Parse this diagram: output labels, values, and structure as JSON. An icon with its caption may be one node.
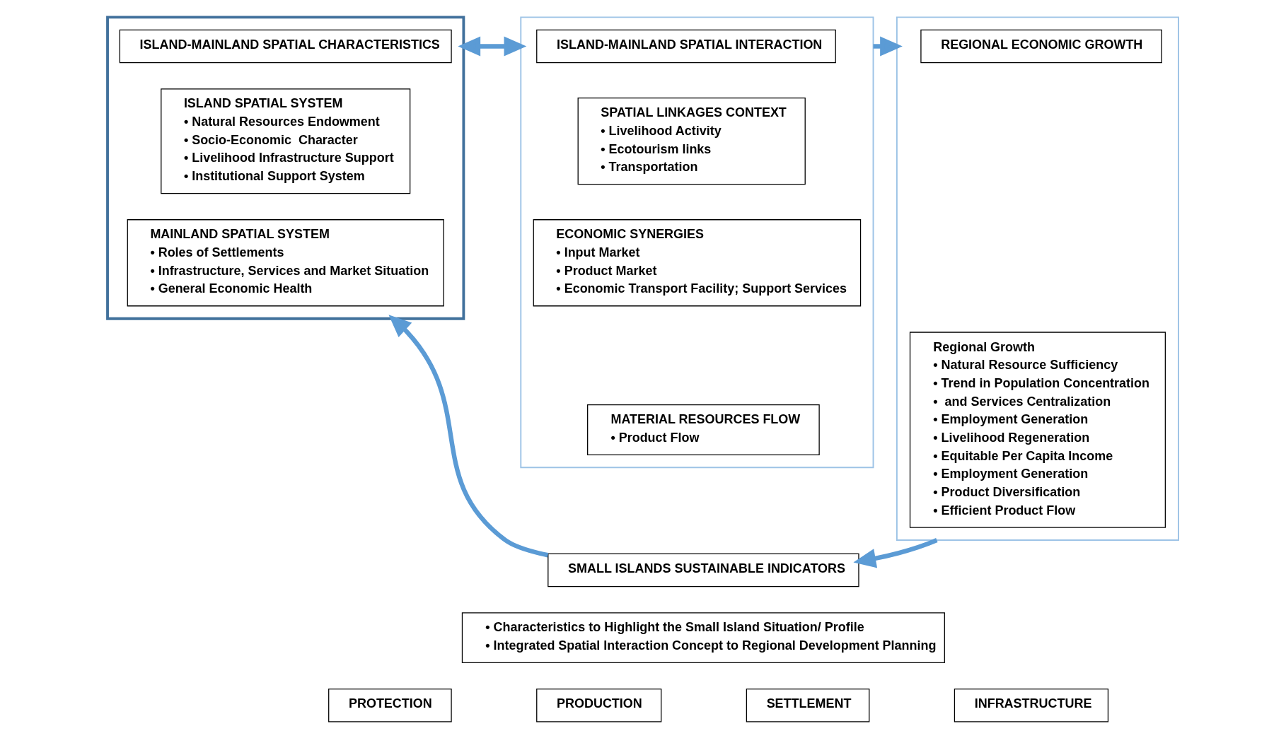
{
  "diagram": {
    "nodes": [
      {
        "text": [],
        "shape": "box"
      },
      {
        "text": [
          "ISLAND-MAINLAND SPATIAL CHARACTERISTICS"
        ],
        "in": 0
      },
      {
        "text": [
          "ISLAND SPATIAL SYSTEM",
          "• Natural Resources Endowment",
          "• Socio-Economic  Character",
          "• Livelihood Infrastructure Support",
          "• Institutional Support System"
        ],
        "in": 0
      },
      {
        "text": [
          "MAINLAND SPATIAL SYSTEM",
          "• Roles of Settlements",
          "• Infrastructure, Services and Market Situation",
          "• General Economic Health"
        ],
        "in": 0
      },
      {
        "text": [],
        "shape": "box"
      },
      {
        "text": [
          "ISLAND-MAINLAND SPATIAL INTERACTION"
        ],
        "in": 4
      },
      {
        "text": [
          "SPATIAL LINKAGES CONTEXT",
          "• Livelihood Activity",
          "• Ecotourism links",
          "• Transportation"
        ],
        "in": 4
      },
      {
        "text": [
          "ECONOMIC SYNERGIES",
          "• Input Market",
          "• Product Market",
          "• Economic Transport Facility; Support Services"
        ],
        "in": 4
      },
      {
        "text": [
          "MATERIAL RESOURCES FLOW",
          "• Product Flow"
        ],
        "in": 4
      },
      {
        "text": [],
        "shape": "box"
      },
      {
        "text": [
          "REGIONAL ECONOMIC GROWTH"
        ],
        "in": 9
      },
      {
        "text": [
          "Regional Growth",
          "• Natural Resource Sufficiency",
          "• Trend in Population Concentration",
          "•  and Services Centralization",
          "• Employment Generation",
          "• Livelihood Regeneration",
          "• Equitable Per Capita Income",
          "• Employment Generation",
          "• Product Diversification",
          "• Efficient Product Flow"
        ],
        "in": 9
      },
      {
        "text": [
          "SMALL ISLANDS SUSTAINABLE INDICATORS"
        ]
      },
      {
        "text": [
          "• Characteristics to Highlight the Small Island Situation/ Profile",
          "• Integrated Spatial Interaction Concept to Regional Development Planning"
        ]
      },
      {
        "text": [
          "PROTECTION"
        ]
      },
      {
        "text": [
          "PRODUCTION"
        ]
      },
      {
        "text": [
          "SETTLEMENT"
        ]
      },
      {
        "text": [
          "INFRASTRUCTURE"
        ]
      }
    ],
    "edges": [
      {
        "from": 0,
        "to": 4,
        "arrow": "both"
      },
      {
        "from": 4,
        "to": 9,
        "arrow": "to"
      },
      {
        "from": 9,
        "to": 12,
        "arrow": "to"
      },
      {
        "from": 12,
        "to": 0,
        "arrow": "to"
      }
    ]
  }
}
